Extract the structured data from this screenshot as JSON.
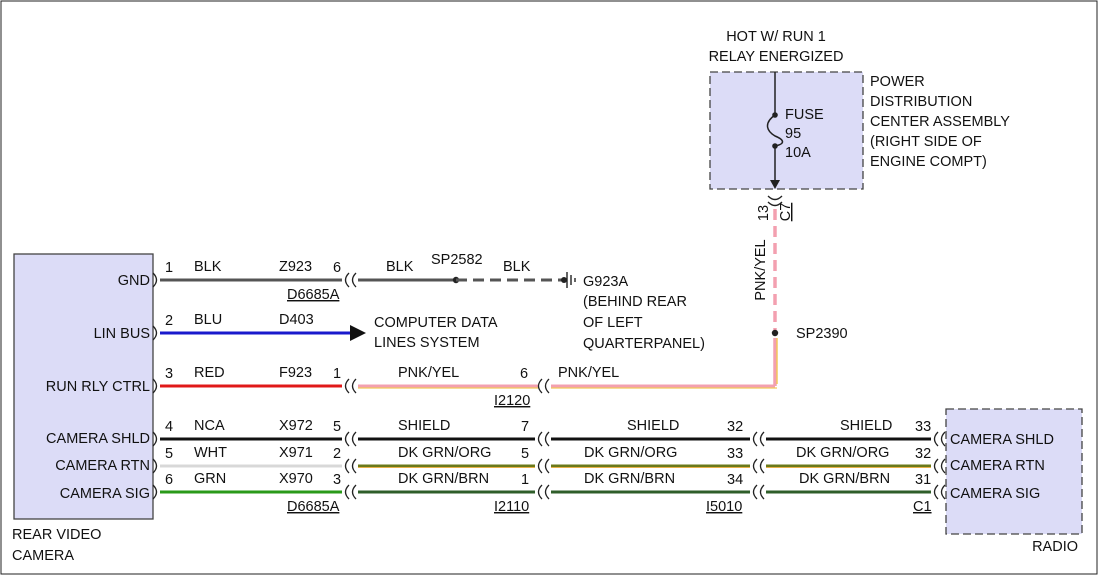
{
  "power_source": {
    "line1": "HOT W/ RUN 1",
    "line2": "RELAY ENERGIZED"
  },
  "pdc": {
    "label_lines": [
      "POWER",
      "DISTRIBUTION",
      "CENTER ASSEMBLY",
      "(RIGHT SIDE OF",
      "ENGINE COMPT)"
    ],
    "fuse_label": "FUSE",
    "fuse_number": "95",
    "fuse_rating": "10A",
    "connector_pin": "13",
    "connector_id": "C7"
  },
  "camera": {
    "name_lines": [
      "REAR VIDEO",
      "CAMERA"
    ],
    "pins": [
      {
        "label": "GND",
        "pin": "1",
        "color": "BLK",
        "circuit": "Z923"
      },
      {
        "label": "LIN BUS",
        "pin": "2",
        "color": "BLU",
        "circuit": "D403"
      },
      {
        "label": "RUN RLY CTRL",
        "pin": "3",
        "color": "RED",
        "circuit": "F923"
      },
      {
        "label": "CAMERA SHLD",
        "pin": "4",
        "color": "NCA",
        "circuit": "X972"
      },
      {
        "label": "CAMERA RTN",
        "pin": "5",
        "color": "WHT",
        "circuit": "X971"
      },
      {
        "label": "CAMERA SIG",
        "pin": "6",
        "color": "GRN",
        "circuit": "X970"
      }
    ]
  },
  "gnd_branch": {
    "d6685a_pin": "6",
    "connector_id": "D6685A",
    "color1": "BLK",
    "splice": "SP2582",
    "color2": "BLK",
    "ground_lines": [
      "G923A",
      "(BEHIND REAR",
      "OF LEFT",
      "QUARTERPANEL)"
    ]
  },
  "lin_dest": {
    "lines": [
      "COMPUTER DATA",
      "LINES SYSTEM"
    ]
  },
  "run_branch": {
    "d6685a_pin": "1",
    "color1": "PNK/YEL",
    "i2120_pin": "6",
    "color2": "PNK/YEL",
    "connector_id": "I2120",
    "splice": "SP2390",
    "vertical_color": "PNK/YEL"
  },
  "camera_bus": {
    "d6685a_pins": [
      "5",
      "2",
      "3"
    ],
    "i2110_pins": [
      "7",
      "5",
      "1"
    ],
    "i2110_id": "I2110",
    "i5010_pins": [
      "32",
      "33",
      "34"
    ],
    "i5010_id": "I5010",
    "c1_pins": [
      "33",
      "32",
      "31"
    ],
    "c1_id": "C1",
    "seg1_colors": [
      "SHIELD",
      "DK GRN/ORG",
      "DK GRN/BRN"
    ],
    "seg2_colors": [
      "SHIELD",
      "DK GRN/ORG",
      "DK GRN/BRN"
    ],
    "seg3_colors": [
      "SHIELD",
      "DK GRN/ORG",
      "DK GRN/BRN"
    ]
  },
  "radio": {
    "name": "RADIO",
    "pins": [
      "CAMERA SHLD",
      "CAMERA RTN",
      "CAMERA SIG"
    ]
  },
  "colors": {
    "component_fill": "#dcdcf7",
    "wire_blk": "#555555",
    "wire_blu": "#1a1acc",
    "wire_red": "#e01818",
    "wire_pnk": "#f3a0b0",
    "wire_yel": "#f2c85a",
    "wire_shield": "#111111",
    "wire_wht": "#d8d8d8",
    "wire_grn": "#2a9a1a",
    "wire_dkgrn_org": "#6b7a1a",
    "wire_dkgrn_brn": "#2f5e2a"
  }
}
